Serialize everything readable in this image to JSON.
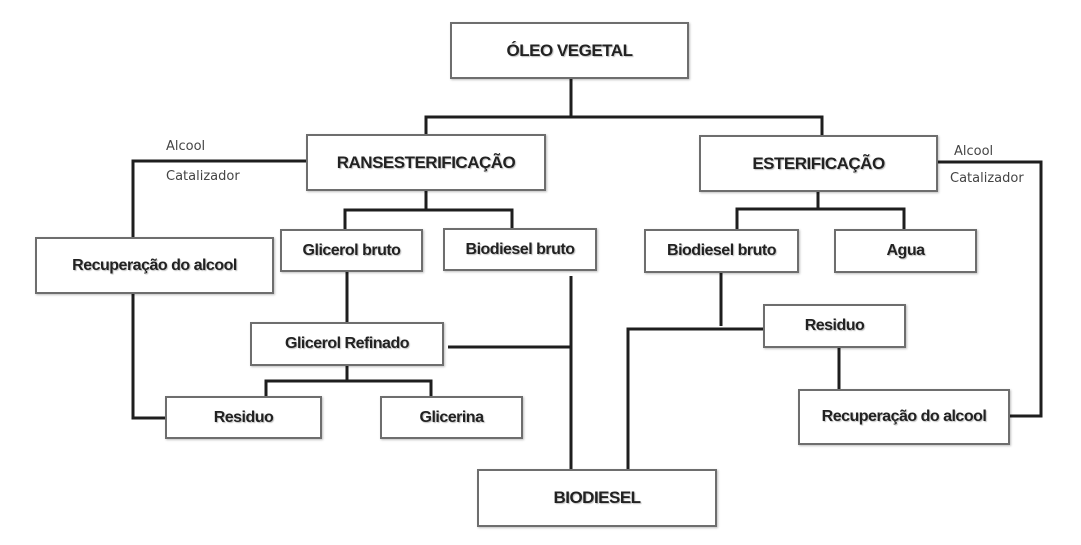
{
  "nodes": {
    "oleo_vegetal": "ÓLEO VEGETAL",
    "transesterificacao": "RANSESTERIFICAÇÃO",
    "esterificacao": "ESTERIFICAÇÃO",
    "recuperacao_left": "Recuperação do alcool",
    "glicerol_bruto": "Glicerol bruto",
    "biodiesel_bruto_left": "Biodiesel bruto",
    "biodiesel_bruto_right": "Biodiesel bruto",
    "agua": "Agua",
    "glicerol_refinado": "Glicerol Refinado",
    "residuo_right": "Residuo",
    "residuo_left": "Residuo",
    "glicerina": "Glicerina",
    "recuperacao_right": "Recuperação do alcool",
    "biodiesel": "BIODIESEL"
  },
  "labels": {
    "left_alcool": "Alcool",
    "left_catalizador": "Catalizador",
    "right_alcool": "Alcool",
    "right_catalizador": "Catalizador"
  }
}
